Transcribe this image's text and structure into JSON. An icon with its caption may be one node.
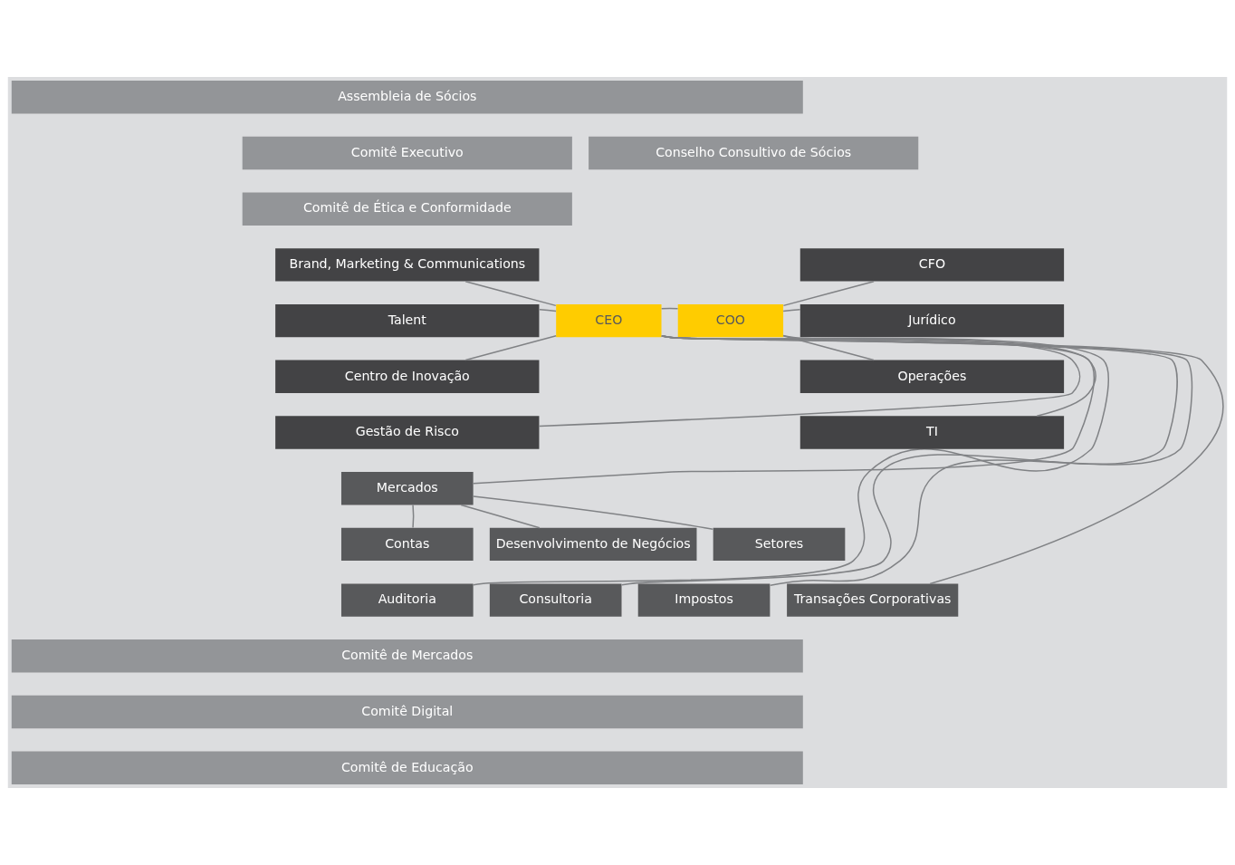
{
  "diagram": {
    "nodes": [
      {
        "text": [
          "Assembleia de Sócios"
        ]
      },
      {
        "text": [
          "Comitê Executivo"
        ]
      },
      {
        "text": [
          "Comitê de Ética e Conformidade"
        ]
      },
      {
        "text": [
          "Conselho Consultivo de Sócios"
        ]
      },
      {
        "text": [
          "Brand, Marketing & Communications"
        ]
      },
      {
        "text": [
          "CFO"
        ]
      },
      {
        "text": [
          "Talent"
        ]
      },
      {
        "text": [
          "Jurídico"
        ]
      },
      {
        "text": [
          "CEO"
        ]
      },
      {
        "text": [
          "COO"
        ]
      },
      {
        "text": [
          "Centro de Inovação"
        ]
      },
      {
        "text": [
          "Operações"
        ]
      },
      {
        "text": [
          "Gestão de Risco"
        ]
      },
      {
        "text": [
          "TI"
        ]
      },
      {
        "text": [
          "Mercados"
        ]
      },
      {
        "text": [
          "Contas"
        ]
      },
      {
        "text": [
          "Desenvolvimento de Negócios"
        ]
      },
      {
        "text": [
          "Setores"
        ]
      },
      {
        "text": [
          "Auditoria"
        ]
      },
      {
        "text": [
          "Consultoria"
        ]
      },
      {
        "text": [
          "Impostos"
        ]
      },
      {
        "text": [
          "Transações Corporativas"
        ]
      },
      {
        "text": [
          "Comitê de Mercados"
        ]
      },
      {
        "text": [
          "Comitê Digital"
        ]
      },
      {
        "text": [
          "Comitê de Educação"
        ]
      }
    ],
    "edges": [
      {
        "from": 8,
        "to": 4,
        "arrow": "none"
      },
      {
        "from": 8,
        "to": 6,
        "arrow": "none"
      },
      {
        "from": 8,
        "to": 10,
        "arrow": "none"
      },
      {
        "from": 8,
        "to": 12,
        "arrow": "none"
      },
      {
        "from": 8,
        "to": 9,
        "arrow": "none"
      },
      {
        "from": 9,
        "to": 5,
        "arrow": "none"
      },
      {
        "from": 9,
        "to": 7,
        "arrow": "none"
      },
      {
        "from": 9,
        "to": 11,
        "arrow": "none"
      },
      {
        "from": 9,
        "to": 13,
        "arrow": "none"
      },
      {
        "from": 8,
        "to": 14,
        "arrow": "none"
      },
      {
        "from": 8,
        "to": 18,
        "arrow": "none"
      },
      {
        "from": 8,
        "to": 19,
        "arrow": "none"
      },
      {
        "from": 8,
        "to": 20,
        "arrow": "none"
      },
      {
        "from": 8,
        "to": 21,
        "arrow": "none"
      },
      {
        "from": 14,
        "to": 15,
        "arrow": "none"
      },
      {
        "from": 14,
        "to": 16,
        "arrow": "none"
      },
      {
        "from": 14,
        "to": 17,
        "arrow": "none"
      }
    ]
  }
}
